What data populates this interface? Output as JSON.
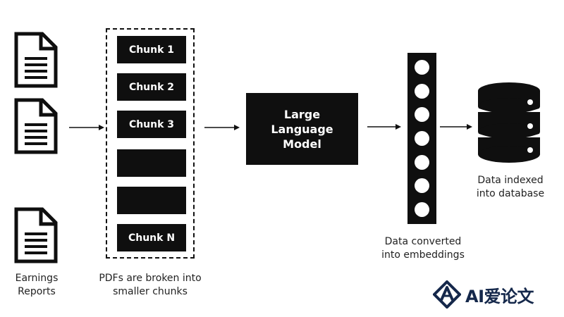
{
  "diagram": {
    "sources": {
      "caption_line1": "Earnings",
      "caption_line2": "Reports",
      "icons": [
        "document-icon",
        "document-icon",
        "document-icon"
      ]
    },
    "chunks": {
      "labels": [
        "Chunk 1",
        "Chunk 2",
        "Chunk 3",
        "",
        "",
        "Chunk N"
      ],
      "caption_line1": "PDFs are broken into",
      "caption_line2": "smaller chunks"
    },
    "model": {
      "line1": "Large",
      "line2": "Language",
      "line3": "Model"
    },
    "embeddings": {
      "caption_line1": "Data converted",
      "caption_line2": "into embeddings",
      "dot_count": 7
    },
    "database": {
      "caption_line1": "Data indexed",
      "caption_line2": "into database",
      "icon": "database-icon"
    }
  },
  "watermark": {
    "text": "AI爱论文",
    "color": "#15284b"
  }
}
